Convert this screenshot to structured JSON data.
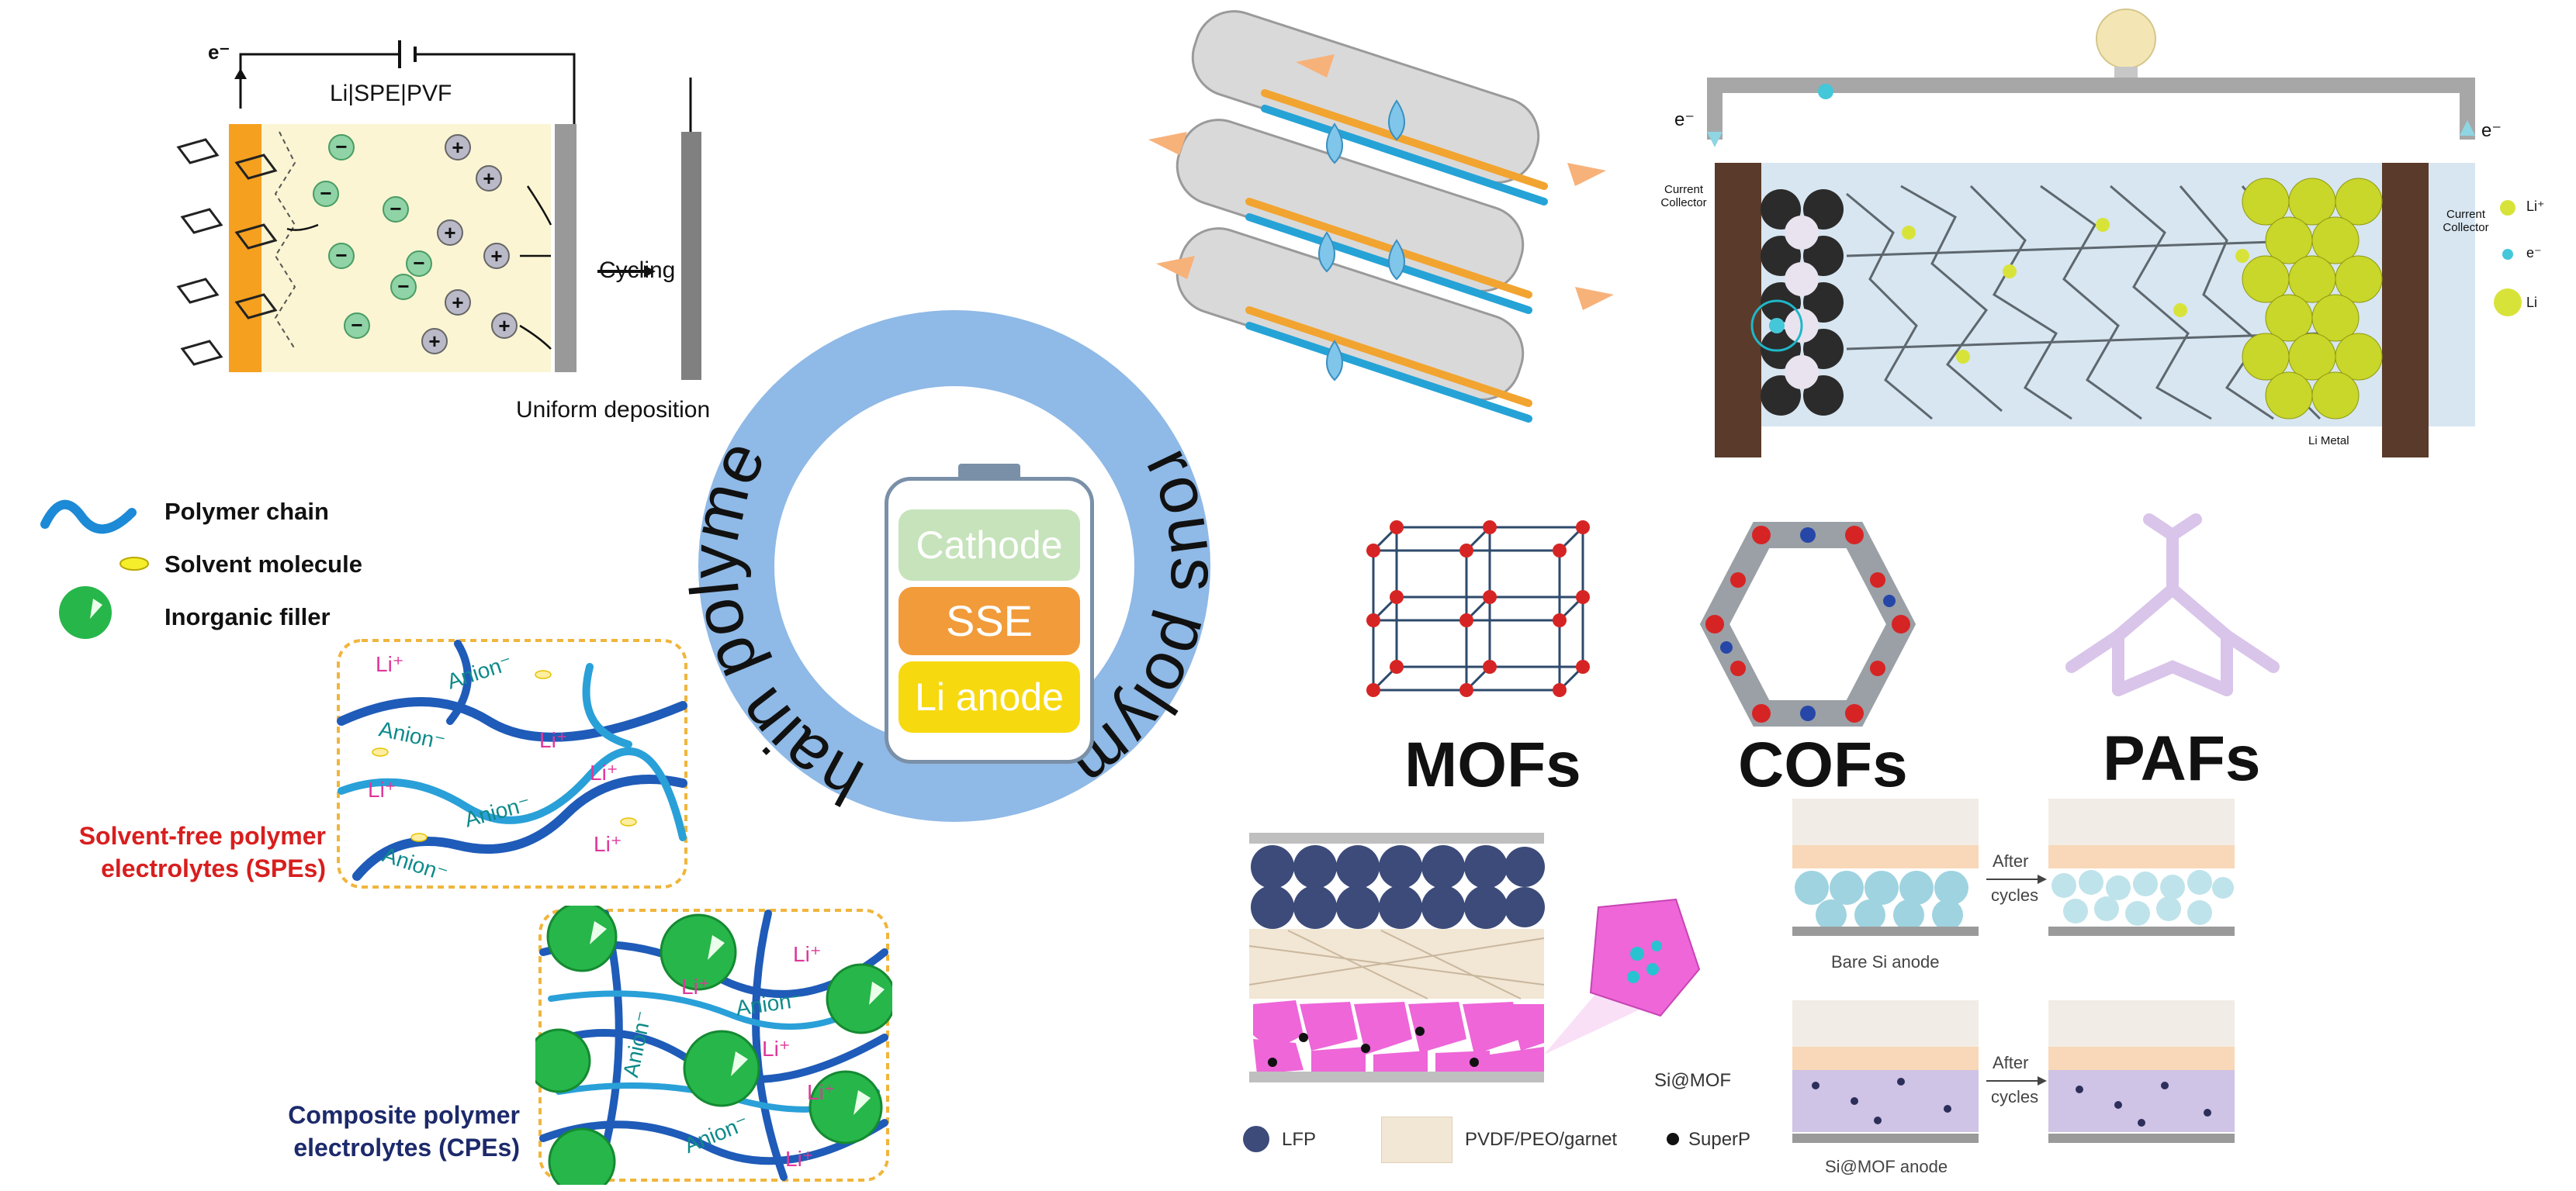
{
  "center": {
    "left_ring_label": "Chain polymers",
    "right_ring_label": "Porous polymers",
    "battery": {
      "cathode": "Cathode",
      "sse": "SSE",
      "anode": "Li anode"
    },
    "colors": {
      "ring": "#8fb9e6",
      "cathode": "#c6e3bb",
      "sse": "#f29b3a",
      "anode": "#f7d90f"
    }
  },
  "spe_cell": {
    "cell_label": "Li|SPE|PVF",
    "electron": "e⁻",
    "arrow_label": "Cycling",
    "result_label": "Uniform deposition"
  },
  "legend_left": {
    "items": [
      {
        "icon": "polymer-chain-icon",
        "label": "Polymer chain"
      },
      {
        "icon": "solvent-molecule-icon",
        "label": "Solvent molecule"
      },
      {
        "icon": "inorganic-filler-icon",
        "label": "Inorganic filler"
      }
    ]
  },
  "spe": {
    "title_line1": "Solvent-free polymer",
    "title_line2": "electrolytes (SPEs)",
    "title_color": "#d81e1e",
    "li_label": "Li⁺",
    "anion_label": "Anion⁻"
  },
  "cpe": {
    "title_line1": "Composite polymer",
    "title_line2": "electrolytes (CPEs)",
    "title_color": "#1c2a6b",
    "li_label": "Li⁺",
    "anion_label": "Anion⁻"
  },
  "porous_cell": {
    "current_collector": "Current Collector",
    "li_metal": "Li Metal",
    "e_label": "e⁻",
    "legend": [
      {
        "icon": "li-ion-icon",
        "label": "Li⁺"
      },
      {
        "icon": "electron-icon",
        "label": "e⁻"
      },
      {
        "icon": "li-atom-icon",
        "label": "Li"
      }
    ]
  },
  "frameworks": {
    "mof": "MOFs",
    "cof": "COFs",
    "paf": "PAFs"
  },
  "si_mof": {
    "particle_label": "Si@MOF",
    "bare_label": "Bare Si anode",
    "simof_label": "Si@MOF anode",
    "after_line1": "After",
    "after_line2": "cycles",
    "legend": [
      {
        "icon": "lfp-icon",
        "label": "LFP"
      },
      {
        "icon": "pvdf-icon",
        "label": "PVDF/PEO/garnet"
      },
      {
        "icon": "superp-icon",
        "label": "SuperP"
      }
    ]
  }
}
